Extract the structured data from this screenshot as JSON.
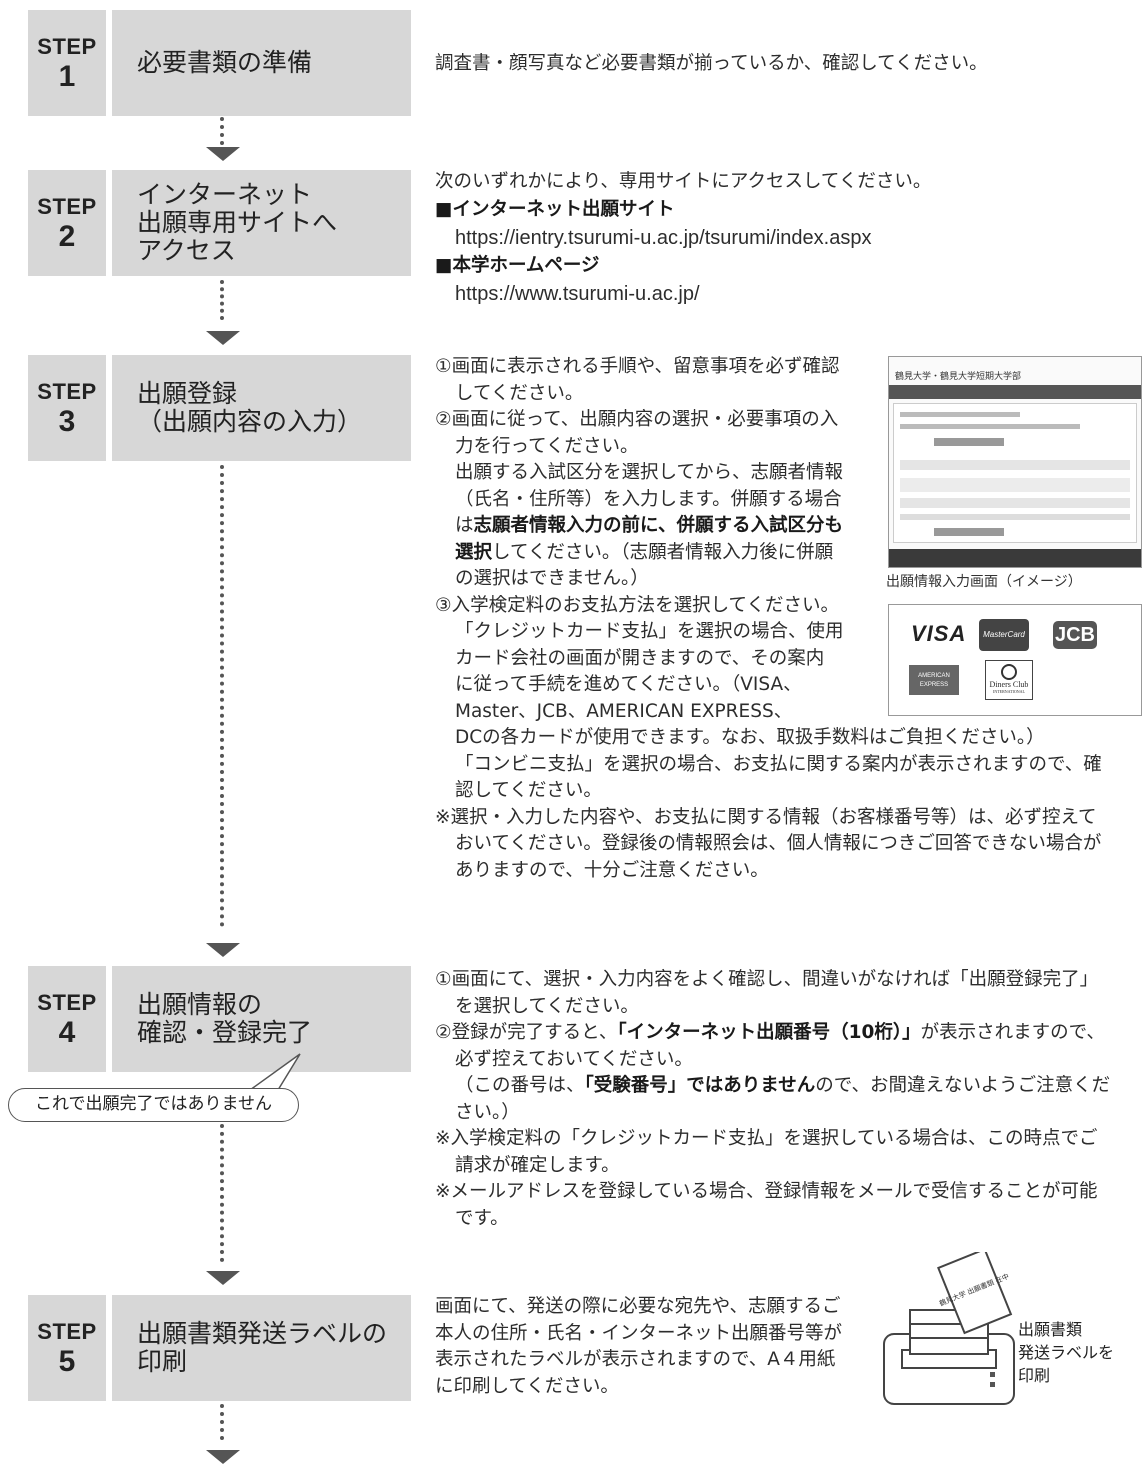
{
  "step_label": "STEP",
  "steps": [
    {
      "num": "1",
      "title": "必要書類の準備",
      "lines": [
        "調査書・顔写真など必要書類が揃っているか、確認してください。"
      ]
    },
    {
      "num": "2",
      "title": "インターネット\n出願専用サイトへ\nアクセス",
      "intro": "次のいずれかにより、専用サイトにアクセスしてください。",
      "site1_label": "■インターネット出願サイト",
      "site1_url": "https://ientry.tsurumi-u.ac.jp/tsurumi/index.aspx",
      "site2_label": "■本学ホームページ",
      "site2_url": "https://www.tsurumi-u.ac.jp/"
    },
    {
      "num": "3",
      "title": "出願登録\n（出願内容の入力）",
      "l1": "①画面に表示される手順や、留意事項を必ず確認",
      "l2": "してください。",
      "l3": "②画面に従って、出願内容の選択・必要事項の入",
      "l4": "力を行ってください。",
      "l5": "出願する入試区分を選択してから、志願者情報",
      "l6": "（氏名・住所等）を入力します。併願する場合",
      "l7a": "は",
      "l7b": "志願者情報入力の前に、併願する入試区分も",
      "l8a": "選択",
      "l8b": "してください。（志願者情報入力後に併願",
      "l9": "の選択はできません。）",
      "l10": "③入学検定料のお支払方法を選択してください。",
      "l11": "「クレジットカード支払」を選択の場合、使用",
      "l12": "カード会社の画面が開きますので、その案内",
      "l13": "に従って手続を進めてください。（VISA、",
      "l14": "Master、JCB、AMERICAN EXPRESS、",
      "l15": "DCの各カードが使用できます。なお、取扱手数料はご負担ください。）",
      "l16": "「コンビニ支払」を選択の場合、お支払に関する案内が表示されますので、確",
      "l17": "認してください。",
      "l18": "※選択・入力した内容や、お支払に関する情報（お客様番号等）は、必ず控えて",
      "l19": "おいてください。登録後の情報照会は、個人情報につきご回答できない場合が",
      "l20": "ありますので、十分ご注意ください。",
      "screenshot_caption": "出願情報入力画面（イメージ）",
      "screenshot_header": "鶴見大学・鶴見大学短期大学部"
    },
    {
      "num": "4",
      "title": "出願情報の\n確認・登録完了",
      "callout": "これで出願完了ではありません",
      "l1": "①画面にて、選択・入力内容をよく確認し、間違いがなければ「出願登録完了」",
      "l2": "を選択してください。",
      "l3a": "②登録が完了すると、",
      "l3b": "「インターネット出願番号（10桁）」",
      "l3c": "が表示されますので、",
      "l4": "必ず控えておいてください。",
      "l5a": "（この番号は、",
      "l5b": "「受験番号」ではありません",
      "l5c": "ので、お間違えないようご注意くだ",
      "l6": "さい。）",
      "l7": "※入学検定料の「クレジットカード支払」を選択している場合は、この時点でご",
      "l8": "請求が確定します。",
      "l9": "※メールアドレスを登録している場合、登録情報をメールで受信することが可能",
      "l10": "です。"
    },
    {
      "num": "5",
      "title": "出願書類発送ラベルの\n印刷",
      "l1": "画面にて、発送の際に必要な宛先や、志願するご",
      "l2": "本人の住所・氏名・インターネット出願番号等が",
      "l3": "表示されたラベルが表示されますので、A４用紙",
      "l4": "に印刷してください。",
      "printer_label": "出願書類\n発送ラベルを\n印刷",
      "label_text": "鶴見大学 出願書類 在中"
    }
  ],
  "cards": {
    "visa": "VISA",
    "mastercard": "MasterCard",
    "jcb": "JCB",
    "amex": "AMERICAN EXPRESS",
    "diners": "Diners Club",
    "diners_sub": "INTERNATIONAL"
  }
}
